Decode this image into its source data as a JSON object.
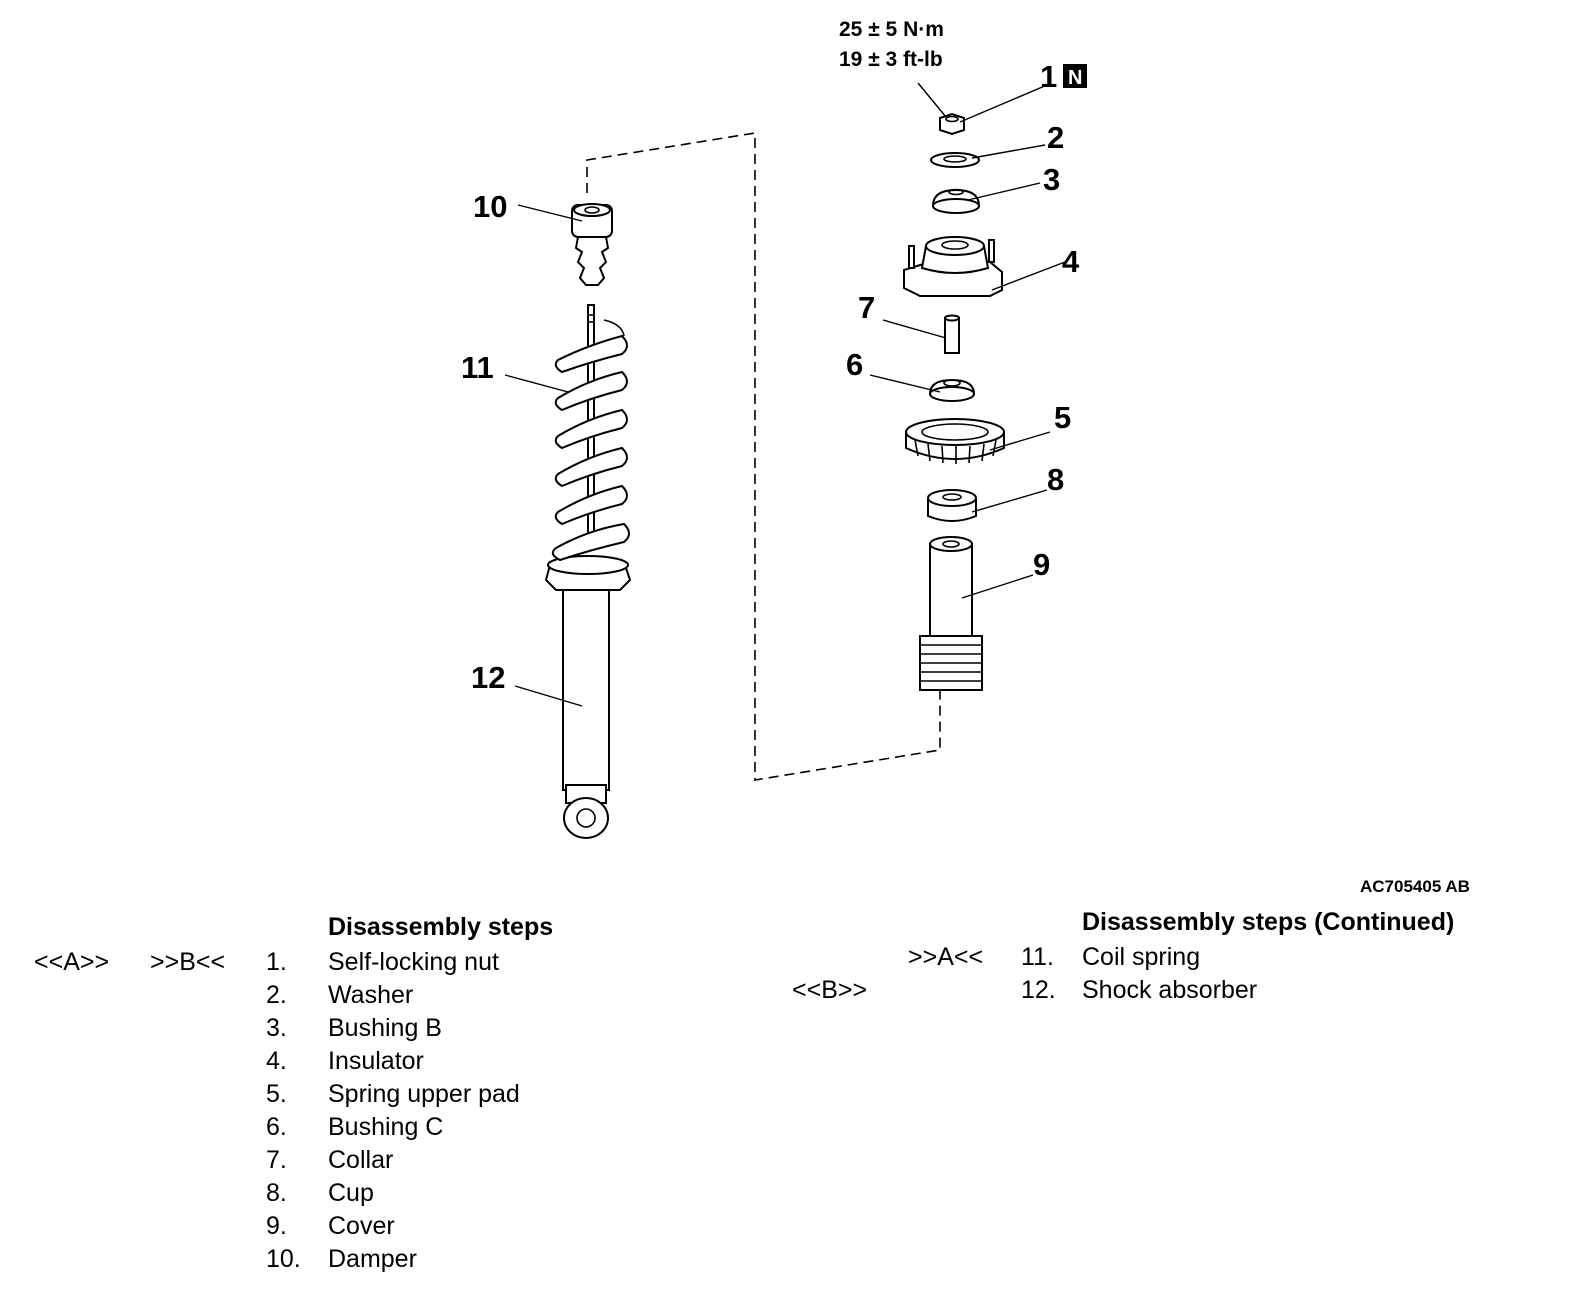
{
  "figure": {
    "torque_nm": "25 ± 5 N·m",
    "torque_ftlb": "19 ± 3 ft-lb",
    "figure_id": "AC705405 AB",
    "new_part_mark": "N",
    "callouts": [
      "1",
      "2",
      "3",
      "4",
      "5",
      "6",
      "7",
      "8",
      "9",
      "10",
      "11",
      "12"
    ]
  },
  "steps_left": {
    "heading": "Disassembly steps",
    "items": [
      {
        "pre": "<<A>>",
        "post": ">>B<<",
        "num": "1.",
        "name": "Self-locking nut"
      },
      {
        "pre": "",
        "post": "",
        "num": "2.",
        "name": "Washer"
      },
      {
        "pre": "",
        "post": "",
        "num": "3.",
        "name": "Bushing B"
      },
      {
        "pre": "",
        "post": "",
        "num": "4.",
        "name": "Insulator"
      },
      {
        "pre": "",
        "post": "",
        "num": "5.",
        "name": "Spring upper pad"
      },
      {
        "pre": "",
        "post": "",
        "num": "6.",
        "name": "Bushing C"
      },
      {
        "pre": "",
        "post": "",
        "num": "7.",
        "name": "Collar"
      },
      {
        "pre": "",
        "post": "",
        "num": "8.",
        "name": "Cup"
      },
      {
        "pre": "",
        "post": "",
        "num": "9.",
        "name": "Cover"
      },
      {
        "pre": "",
        "post": "",
        "num": "10.",
        "name": "Damper"
      }
    ]
  },
  "steps_right": {
    "heading": "Disassembly steps (Continued)",
    "items": [
      {
        "pre": "",
        "post": ">>A<<",
        "num": "11.",
        "name": "Coil spring"
      },
      {
        "pre": "<<B>>",
        "post": "",
        "num": "12.",
        "name": "Shock absorber"
      }
    ]
  }
}
